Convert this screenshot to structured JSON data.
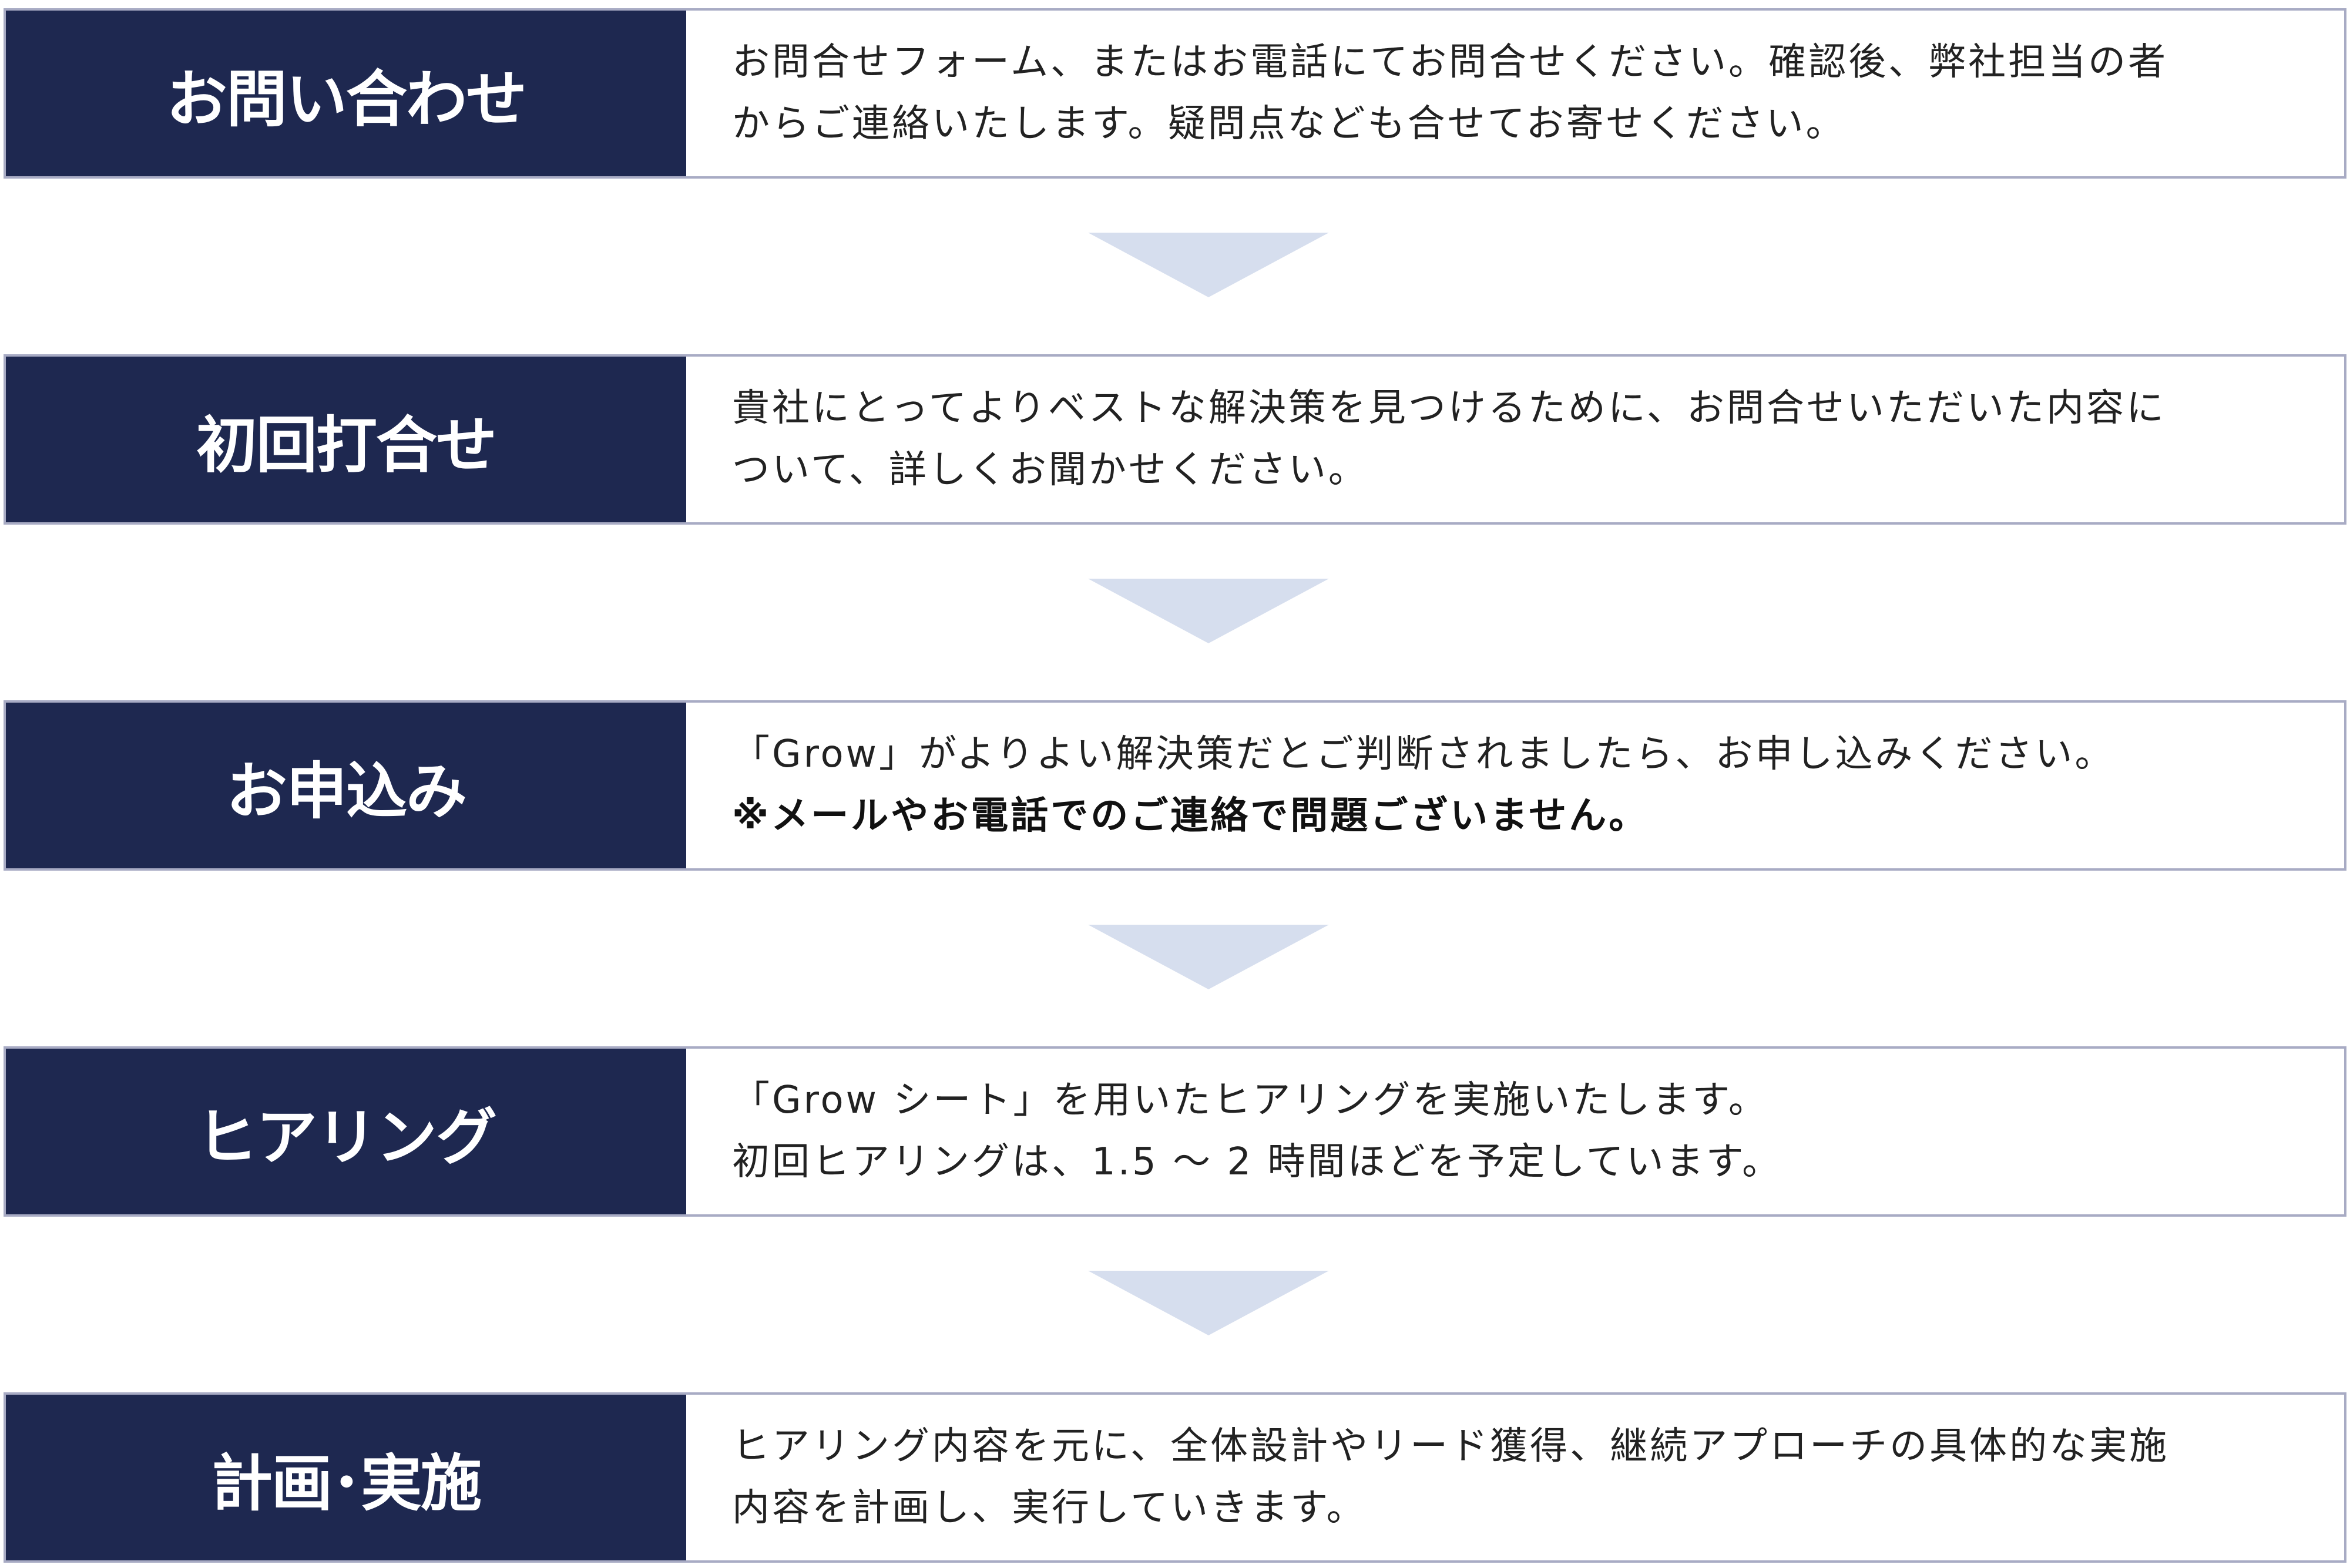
{
  "colors": {
    "title_bg": "#1e2850",
    "title_text": "#ffffff",
    "border": "#a8abc4",
    "arrow": "#d6deee",
    "body_text": "#222222"
  },
  "steps": [
    {
      "title": "お問い合わせ",
      "lines": [
        "お問合せフォーム、またはお電話にてお問合せください。確認後、弊社担当の者",
        "からご連絡いたします。疑問点なども合せてお寄せください。"
      ]
    },
    {
      "title": "初回打合せ",
      "lines": [
        "貴社にとってよりベストな解決策を見つけるために、お問合せいただいた内容に",
        "ついて、詳しくお聞かせください。"
      ]
    },
    {
      "title": "お申込み",
      "lines": [
        "「Grow」がよりよい解決策だとご判断されましたら、お申し込みください。",
        "※メールやお電話でのご連絡で問題ございません。"
      ]
    },
    {
      "title": "ヒアリング",
      "lines": [
        "「Grow シート」を用いたヒアリングを実施いたします。",
        "初回ヒアリングは、1.5 〜 2 時間ほどを予定しています。"
      ]
    },
    {
      "title": "計画･実施",
      "lines": [
        "ヒアリング内容を元に、全体設計やリード獲得、継続アプローチの具体的な実施",
        "内容を計画し、実行していきます。"
      ]
    }
  ]
}
